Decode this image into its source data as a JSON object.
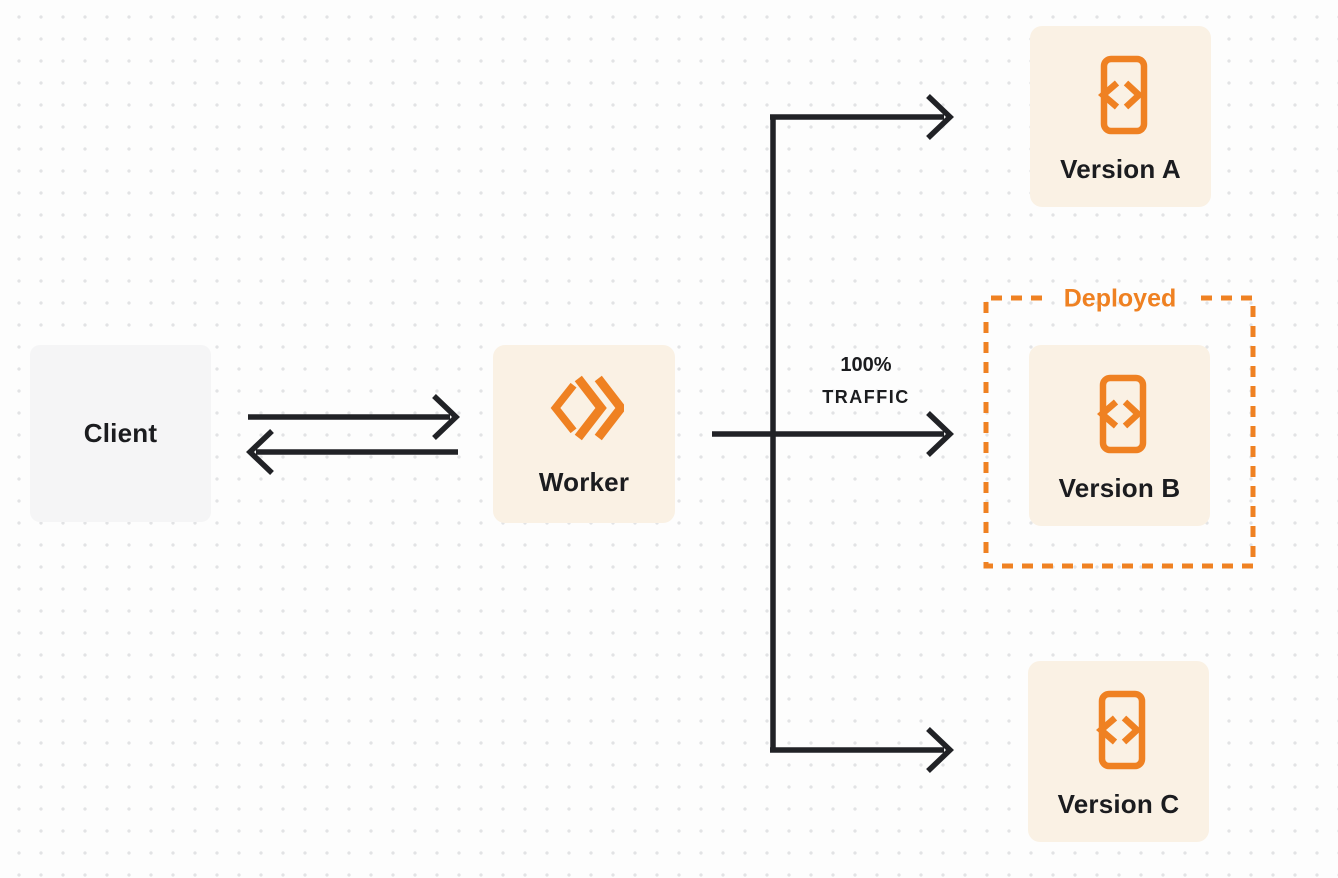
{
  "diagram": {
    "nodes": {
      "client": {
        "label": "Client"
      },
      "worker": {
        "label": "Worker",
        "icon": "workers-logo-icon"
      },
      "version_a": {
        "label": "Version A",
        "icon": "code-file-icon"
      },
      "version_b": {
        "label": "Version B",
        "icon": "code-file-icon",
        "status": "Deployed"
      },
      "version_c": {
        "label": "Version C",
        "icon": "code-file-icon"
      }
    },
    "annotations": {
      "deployed_label": "Deployed",
      "traffic_percent": "100%",
      "traffic_word": "TRAFFIC"
    },
    "edges": [
      {
        "from": "client",
        "to": "worker",
        "direction": "bidirectional"
      },
      {
        "from": "worker",
        "to": "version_a"
      },
      {
        "from": "worker",
        "to": "version_b",
        "label": "100% TRAFFIC"
      },
      {
        "from": "worker",
        "to": "version_c"
      }
    ],
    "colors": {
      "accent_orange": "#ef8122",
      "arrow_black": "#212226",
      "node_cream": "#faf1e4",
      "client_gray": "#f5f5f6",
      "background": "#fdfdfd",
      "grid_dot": "#e2e3e5",
      "text_dark": "#1b1c1f"
    }
  }
}
